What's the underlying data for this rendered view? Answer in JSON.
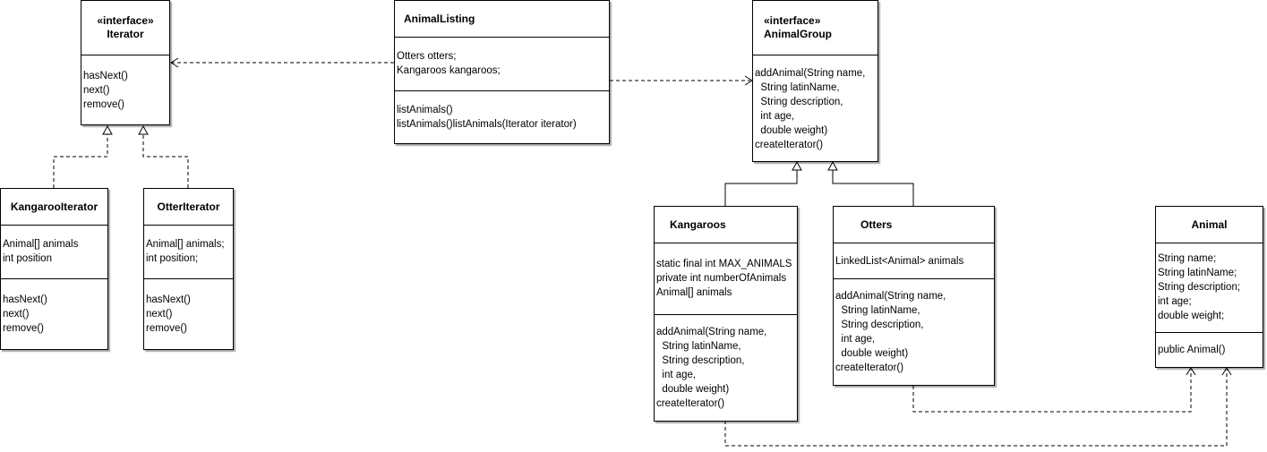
{
  "classes": {
    "iterator": {
      "stereotype": "«interface»",
      "name": "Iterator",
      "attributes": [],
      "operations": [
        "hasNext()",
        "next()",
        "remove()"
      ]
    },
    "animal_listing": {
      "name": "AnimalListing",
      "attributes": [
        "Otters otters;",
        "Kangaroos kangaroos;"
      ],
      "operations": [
        "listAnimals()",
        "listAnimals()listAnimals(Iterator iterator)"
      ]
    },
    "animal_group": {
      "stereotype": "«interface»",
      "name": "AnimalGroup",
      "operations": [
        "addAnimal(String name,",
        "  String latinName,",
        "  String description,",
        "  int age,",
        "  double weight)",
        "createIterator()"
      ]
    },
    "kangaroo_iterator": {
      "name": "KangarooIterator",
      "attributes": [
        "Animal[] animals",
        "int position"
      ],
      "operations": [
        "hasNext()",
        "next()",
        "remove()"
      ]
    },
    "otter_iterator": {
      "name": "OtterIterator",
      "attributes": [
        "Animal[] animals;",
        "int position;"
      ],
      "operations": [
        "hasNext()",
        "next()",
        "remove()"
      ]
    },
    "kangaroos": {
      "name": "Kangaroos",
      "attributes": [
        "static final int MAX_ANIMALS",
        "private int numberOfAnimals",
        "Animal[] animals"
      ],
      "operations": [
        "addAnimal(String name,",
        "  String latinName,",
        "  String description,",
        "  int age,",
        "  double weight)",
        "createIterator()"
      ]
    },
    "otters": {
      "name": "Otters",
      "attributes": [
        "LinkedList<Animal> animals"
      ],
      "operations": [
        "addAnimal(String name,",
        "  String latinName,",
        "  String description,",
        "  int age,",
        "  double weight)",
        "createIterator()"
      ]
    },
    "animal": {
      "name": "Animal",
      "attributes": [
        "String name;",
        "String latinName;",
        "String description;",
        "int age;",
        "double weight;"
      ],
      "operations": [
        "public Animal()"
      ]
    }
  }
}
